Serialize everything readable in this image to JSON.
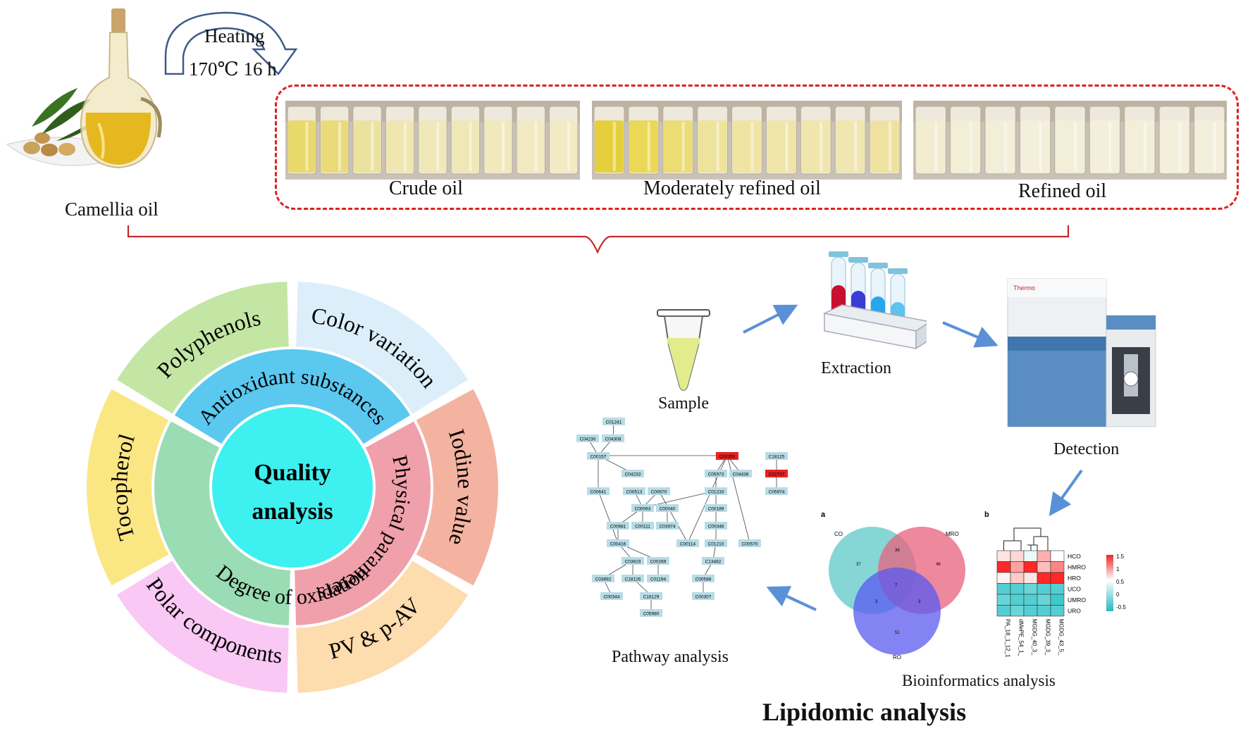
{
  "top": {
    "heating_label": "Heating",
    "heating_condition": "170℃ 16 h",
    "camellia_label": "Camellia oil",
    "samples": [
      {
        "label": "Crude oil"
      },
      {
        "label": "Moderately refined oil"
      },
      {
        "label": "Refined oil"
      }
    ]
  },
  "wheel": {
    "center": [
      "Quality",
      "analysis"
    ],
    "inner": [
      "Antioxidant substances",
      "Physical parameters",
      "Degree of oxidation"
    ],
    "outer": [
      "Polyphenols",
      "Color variation",
      "Iodine value",
      "PV & p-AV",
      "Polar components",
      "Tocopherol"
    ],
    "colors": {
      "center": "#3ef0f0",
      "inner": [
        "#5bc8f0",
        "#f0a0aa",
        "#9adcb4"
      ],
      "outer": [
        "#c3e6a4",
        "#dceefa",
        "#f4b3a0",
        "#fddcae",
        "#f9c8f4",
        "#fbe684"
      ]
    }
  },
  "lipidomic": {
    "title": "Lipidomic analysis",
    "steps": {
      "sample": "Sample",
      "extraction": "Extraction",
      "detection": "Detection",
      "bioinformatics": "Bioinformatics analysis",
      "pathway": "Pathway analysis"
    },
    "detector_brand": "Thermo",
    "venn": {
      "panel": "a",
      "sets": [
        "CO",
        "MRO",
        "RO"
      ],
      "counts": [
        "37",
        "36",
        "46",
        "7",
        "3",
        "3",
        "51"
      ]
    },
    "heatmap": {
      "panel": "b",
      "rows": [
        "HCO",
        "HMRO",
        "HRO",
        "UCO",
        "UMRO",
        "URO"
      ],
      "cols": [
        "PA_18_1_12_1",
        "dMePE_54_1_",
        "MGDG_40_3_",
        "MGDG_39_3_",
        "MGDG_43_5_"
      ],
      "values": [
        [
          0.2,
          0.3,
          -0.1,
          0.6,
          0.0
        ],
        [
          1.6,
          0.7,
          1.6,
          0.5,
          0.9
        ],
        [
          0.1,
          0.4,
          0.2,
          1.6,
          1.6
        ],
        [
          -0.8,
          -0.8,
          -0.7,
          -0.8,
          -0.8
        ],
        [
          -0.7,
          -0.8,
          -0.8,
          -0.7,
          -0.9
        ],
        [
          -0.8,
          -0.7,
          -0.8,
          -0.8,
          -0.8
        ]
      ],
      "scale_labels": [
        "1.5",
        "1",
        "0.5",
        "0",
        "-0.5"
      ]
    },
    "pathway_nodes": [
      "C01241",
      "C04230",
      "C04308",
      "C00157",
      "C04233",
      "C00641",
      "C00513",
      "C00670",
      "C00093",
      "C00040",
      "C00681",
      "C00111",
      "C03974",
      "C00416",
      "C03819",
      "C00269",
      "C03892",
      "C18126",
      "C01194",
      "C00344",
      "C18129",
      "C05980",
      "C00350",
      "C05973",
      "C04438",
      "C01233",
      "C00189",
      "C00346",
      "C01210",
      "C13482",
      "C00588",
      "C00307",
      "C00114",
      "C00570",
      "C18125",
      "C02737",
      "C05974"
    ]
  }
}
